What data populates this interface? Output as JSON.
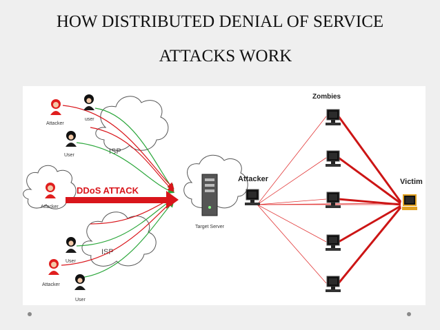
{
  "slide": {
    "title_line1": "HOW DISTRIBUTED DENIAL OF SERVICE",
    "title_line2": "ATTACKS WORK"
  },
  "ddos_panel": {
    "arrow_label": "DDoS ATTACK",
    "isp_label": "ISP",
    "target_label": "Target Server",
    "people": [
      {
        "label": "Attacker",
        "role": "attacker"
      },
      {
        "label": "user",
        "role": "user"
      },
      {
        "label": "User",
        "role": "user"
      },
      {
        "label": "Attacker",
        "role": "attacker"
      },
      {
        "label": "User",
        "role": "user"
      },
      {
        "label": "Attacker",
        "role": "attacker"
      },
      {
        "label": "User",
        "role": "user"
      }
    ]
  },
  "botnet_panel": {
    "attacker_label": "Attacker",
    "zombies_label": "Zombies",
    "victim_label": "Victim"
  },
  "colors": {
    "attack_red": "#d9151b",
    "user_green": "#2aa63a",
    "zombie_line": "#e13535",
    "victim_line": "#cc1515"
  }
}
